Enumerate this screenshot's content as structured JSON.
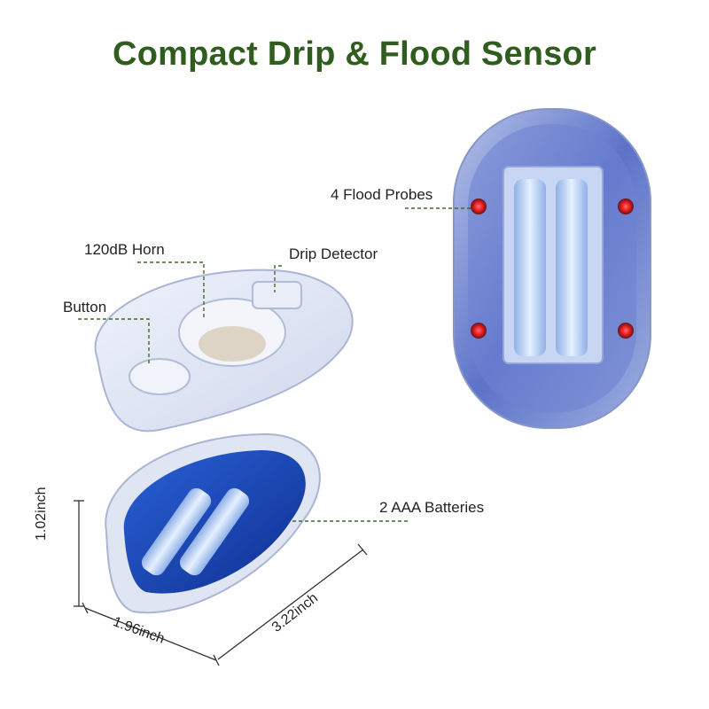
{
  "title": "Compact Drip & Flood Sensor",
  "callouts": {
    "horn": "120dB Horn",
    "drip": "Drip Detector",
    "button": "Button",
    "probes": "4 Flood Probes",
    "batteries": "2 AAA Batteries"
  },
  "dimensions": {
    "height": "1.02inch",
    "width": "1.96inch",
    "length": "3.22inch"
  },
  "colors": {
    "title": "#2f5d1e",
    "leader": "#3f6b2c",
    "probe": "#e0161b",
    "pcb": "#1d4fc4"
  }
}
